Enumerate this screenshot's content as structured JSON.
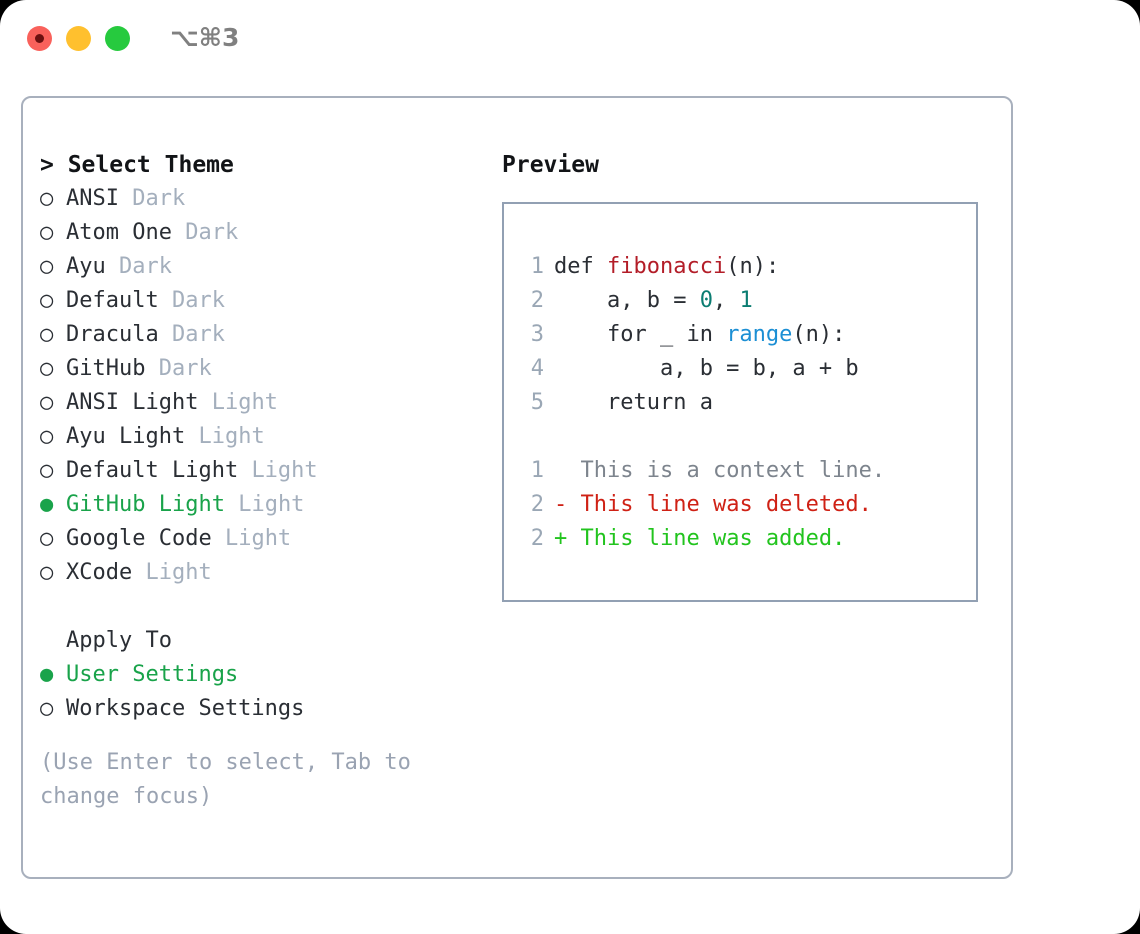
{
  "window": {
    "traffic_lights": [
      "close-red",
      "minimize-amber",
      "zoom-green"
    ],
    "shortcut": "⌥⌘3",
    "colors": {
      "red": "#f9615b",
      "amber": "#ffc02e",
      "green": "#26ca3e",
      "shortcut_text": "#808080",
      "panel_border": "#a8b0bd",
      "preview_border": "#92a0b3",
      "accent_green": "#19a34a",
      "muted": "#a4afbd",
      "hint": "#9aa3b2"
    }
  },
  "theme_picker": {
    "heading": "> Select Theme",
    "items": [
      {
        "bullet": "○",
        "name": "ANSI",
        "tag": "Dark",
        "selected": false
      },
      {
        "bullet": "○",
        "name": "Atom One",
        "tag": "Dark",
        "selected": false
      },
      {
        "bullet": "○",
        "name": "Ayu",
        "tag": "Dark",
        "selected": false
      },
      {
        "bullet": "○",
        "name": "Default",
        "tag": "Dark",
        "selected": false
      },
      {
        "bullet": "○",
        "name": "Dracula",
        "tag": "Dark",
        "selected": false
      },
      {
        "bullet": "○",
        "name": "GitHub",
        "tag": "Dark",
        "selected": false
      },
      {
        "bullet": "○",
        "name": "ANSI Light",
        "tag": "Light",
        "selected": false
      },
      {
        "bullet": "○",
        "name": "Ayu Light",
        "tag": "Light",
        "selected": false
      },
      {
        "bullet": "○",
        "name": "Default Light",
        "tag": "Light",
        "selected": false
      },
      {
        "bullet": "●",
        "name": "GitHub Light",
        "tag": "Light",
        "selected": true
      },
      {
        "bullet": "○",
        "name": "Google Code",
        "tag": "Light",
        "selected": false
      },
      {
        "bullet": "○",
        "name": "XCode",
        "tag": "Light",
        "selected": false
      }
    ]
  },
  "apply_to": {
    "heading": "Apply To",
    "items": [
      {
        "bullet": "●",
        "name": "User Settings",
        "selected": true
      },
      {
        "bullet": "○",
        "name": "Workspace Settings",
        "selected": false
      }
    ]
  },
  "hint": "(Use Enter to select, Tab to change focus)",
  "preview": {
    "title": "Preview",
    "code_lines": [
      {
        "n": "1",
        "text": "def fibonacci(n):"
      },
      {
        "n": "2",
        "text": "    a, b = 0, 1"
      },
      {
        "n": "3",
        "text": "    for _ in range(n):"
      },
      {
        "n": "4",
        "text": "        a, b = b, a + b"
      },
      {
        "n": "5",
        "text": "    return a"
      }
    ],
    "code_tokens": {
      "def_keyword": "def",
      "function_name": "fibonacci",
      "numbers": [
        "0",
        "1"
      ],
      "builtin_call": "range"
    },
    "diff_lines": [
      {
        "n": "1",
        "marker": " ",
        "text": "This is a context line.",
        "kind": "context"
      },
      {
        "n": "2",
        "marker": "-",
        "text": "This line was deleted.",
        "kind": "deleted"
      },
      {
        "n": "2",
        "marker": "+",
        "text": "This line was added.",
        "kind": "added"
      }
    ],
    "diff_colors": {
      "context": "#7d848d",
      "deleted": "#cf2115",
      "added": "#22c41e",
      "line_number": "#9aa7b5"
    },
    "syntax_colors": {
      "function_name": "#b31d28",
      "number": "#0b7d72",
      "builtin": "#1c8fd4",
      "plain": "#2a2e34"
    }
  }
}
